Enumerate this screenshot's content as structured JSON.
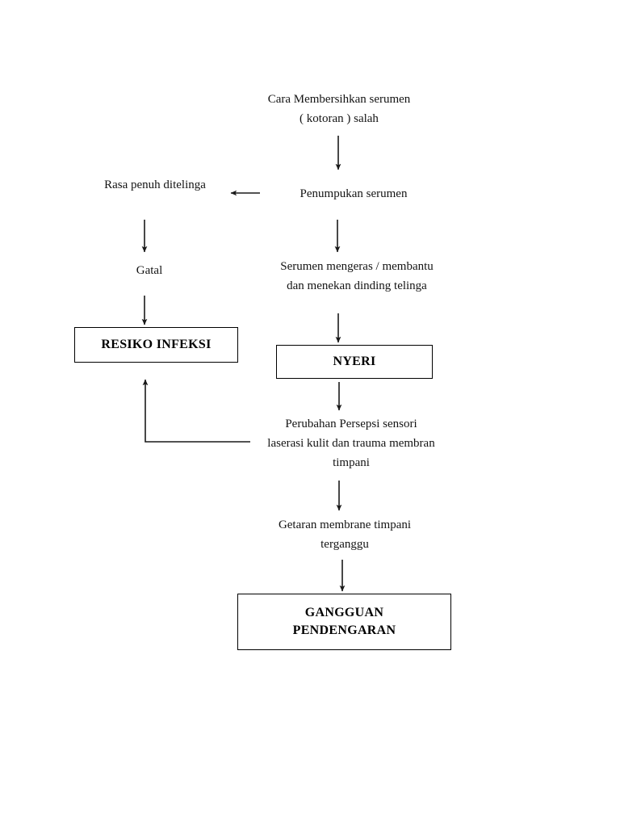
{
  "diagram": {
    "title_text": "Cara Membersihkan serumen\n( kotoran ) salah",
    "nodes": {
      "n1": "Cara Membersihkan serumen\n( kotoran ) salah",
      "n2": "Penumpukan serumen",
      "n3": "Rasa penuh ditelinga",
      "n4": "Gatal",
      "n5": "Serumen mengeras / membantu\ndan menekan dinding telinga",
      "n6": "Perubahan Persepsi sensori\nlaserasi kulit dan trauma membran\ntimpani",
      "n7": "Getaran membrane timpani\nterganggu"
    },
    "boxes": {
      "b1": "RESIKO INFEKSI",
      "b2": "NYERI",
      "b3": "GANGGUAN\nPENDENGARAN"
    },
    "colors": {
      "text": "#141414",
      "box_border": "#000000",
      "arrow": "#1a1a1a",
      "background": "#ffffff"
    }
  }
}
